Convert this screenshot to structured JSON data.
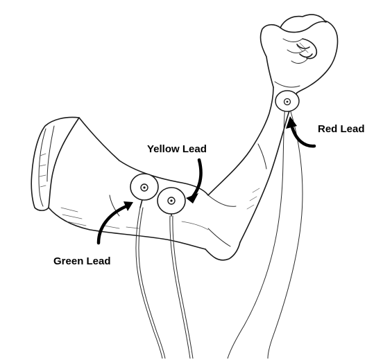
{
  "labels": {
    "yellow": "Yellow Lead",
    "red": "Red Lead",
    "green": "Green Lead"
  },
  "colors": {
    "line": "#1a1a1a",
    "arrow": "#000000",
    "background": "#ffffff"
  }
}
